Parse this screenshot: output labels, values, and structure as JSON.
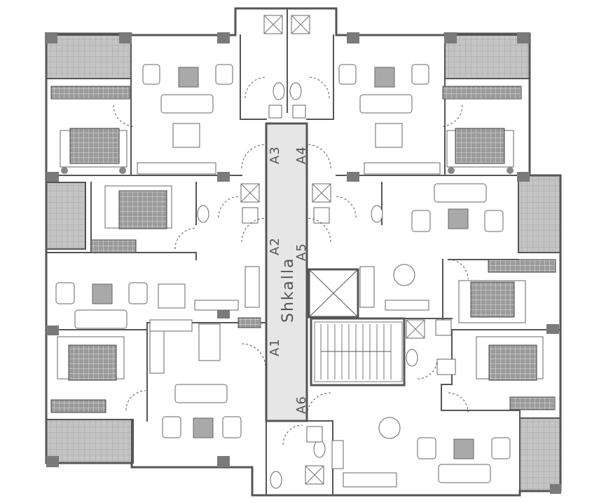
{
  "plan": {
    "stair_label": "Shkalla",
    "apartments": {
      "a1": "A1",
      "a2": "A2",
      "a3": "A3",
      "a4": "A4",
      "a5": "A5",
      "a6": "A6"
    }
  },
  "colors": {
    "wall": "#555555",
    "corridor": "#e6e6e6",
    "balcony": "#bdbdbd",
    "pillar": "#7a7a7a"
  }
}
